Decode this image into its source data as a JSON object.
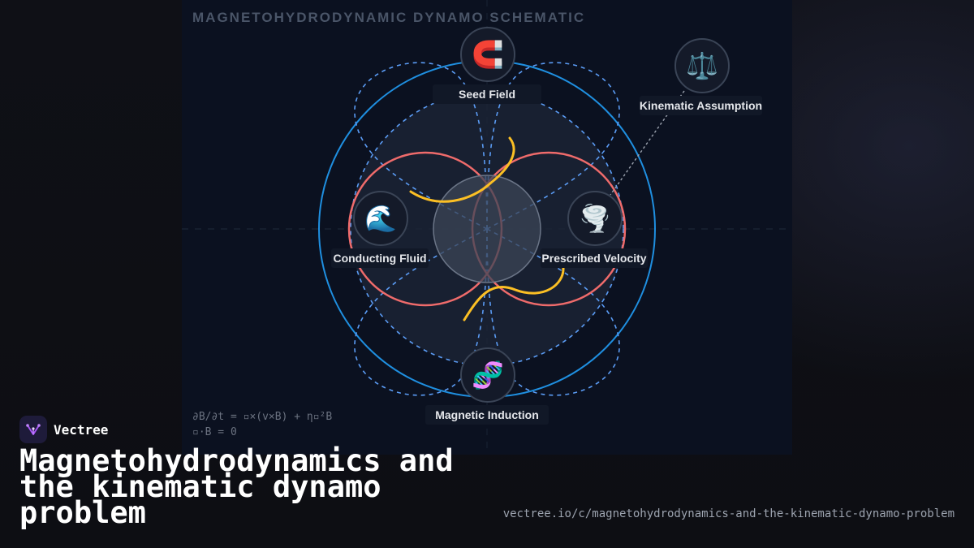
{
  "diagram": {
    "title": "MAGNETOHYDRODYNAMIC DYNAMO SCHEMATIC",
    "nodes": [
      {
        "id": "seed-field",
        "label": "Seed Field",
        "icon": "magnet-icon",
        "glyph": "🧲"
      },
      {
        "id": "kinematic-assumption",
        "label": "Kinematic Assumption",
        "icon": "balance-scale-icon",
        "glyph": "⚖️"
      },
      {
        "id": "conducting-fluid",
        "label": "Conducting Fluid",
        "icon": "wave-icon",
        "glyph": "🌊"
      },
      {
        "id": "prescribed-velocity",
        "label": "Prescribed Velocity",
        "icon": "tornado-icon",
        "glyph": "🌪️"
      },
      {
        "id": "magnetic-induction",
        "label": "Magnetic Induction",
        "icon": "dna-icon",
        "glyph": "🧬"
      }
    ],
    "equations": [
      "∂B/∂t = ▫×(v×B) + η▫²B",
      "▫·B = 0"
    ],
    "colors": {
      "outer_ring": "#1f8fe0",
      "dashed": "#5b9cf5",
      "red_loops": "#ef6b6b",
      "yellow_curves": "#fbbf24",
      "core": "#3b4456"
    }
  },
  "brand": {
    "name": "Vectree",
    "icon": "vectree-logo-icon"
  },
  "heading": "Magnetohydrodynamics and the kinematic dynamo problem",
  "url": "vectree.io/c/magnetohydrodynamics-and-the-kinematic-dynamo-problem"
}
